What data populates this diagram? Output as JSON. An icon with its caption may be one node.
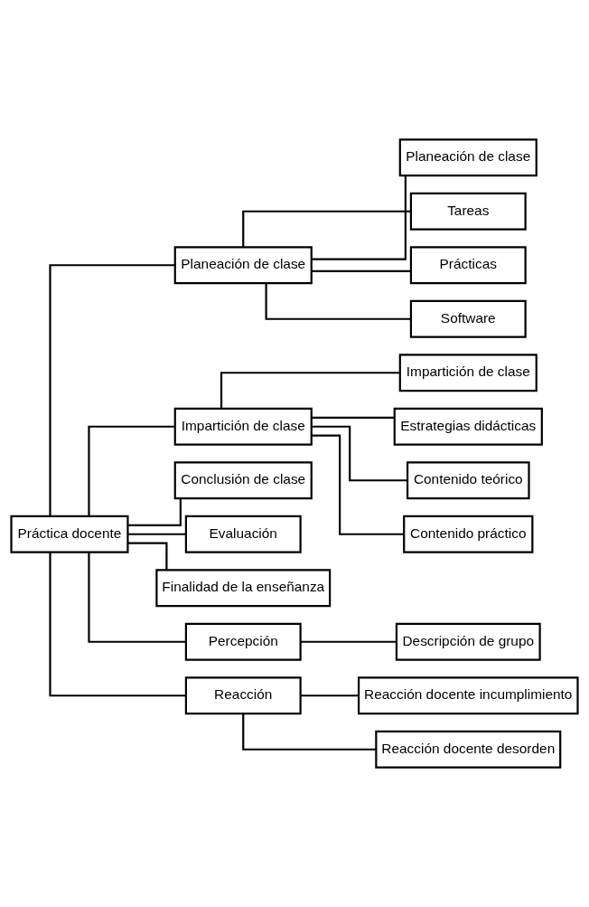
{
  "diagram": {
    "nodes": [
      {
        "text": [
          "Práctica docente"
        ]
      },
      {
        "text": [
          "Planeación de clase"
        ]
      },
      {
        "text": [
          "Planeación de clase"
        ]
      },
      {
        "text": [
          "Tareas"
        ]
      },
      {
        "text": [
          "Prácticas"
        ]
      },
      {
        "text": [
          "Software"
        ]
      },
      {
        "text": [
          "Impartición de clase"
        ]
      },
      {
        "text": [
          "Impartición de clase"
        ]
      },
      {
        "text": [
          "Estrategias didácticas"
        ]
      },
      {
        "text": [
          "Contenido teórico"
        ]
      },
      {
        "text": [
          "Contenido práctico"
        ]
      },
      {
        "text": [
          "Conclusión de clase"
        ]
      },
      {
        "text": [
          "Evaluación"
        ]
      },
      {
        "text": [
          "Finalidad de la enseñanza"
        ]
      },
      {
        "text": [
          "Percepción"
        ]
      },
      {
        "text": [
          "Descripción de grupo"
        ]
      },
      {
        "text": [
          "Reacción"
        ]
      },
      {
        "text": [
          "Reacción docente incumplimiento"
        ]
      },
      {
        "text": [
          "Reacción docente desorden"
        ]
      }
    ],
    "edges": [
      {
        "from": 0,
        "to": 1,
        "arrow": "none"
      },
      {
        "from": 1,
        "to": 2,
        "arrow": "none"
      },
      {
        "from": 1,
        "to": 3,
        "arrow": "none"
      },
      {
        "from": 1,
        "to": 4,
        "arrow": "none"
      },
      {
        "from": 1,
        "to": 5,
        "arrow": "none"
      },
      {
        "from": 0,
        "to": 6,
        "arrow": "none"
      },
      {
        "from": 6,
        "to": 7,
        "arrow": "none"
      },
      {
        "from": 6,
        "to": 8,
        "arrow": "none"
      },
      {
        "from": 6,
        "to": 9,
        "arrow": "none"
      },
      {
        "from": 6,
        "to": 10,
        "arrow": "none"
      },
      {
        "from": 0,
        "to": 11,
        "arrow": "none"
      },
      {
        "from": 0,
        "to": 12,
        "arrow": "none"
      },
      {
        "from": 0,
        "to": 13,
        "arrow": "none"
      },
      {
        "from": 0,
        "to": 14,
        "arrow": "none"
      },
      {
        "from": 14,
        "to": 15,
        "arrow": "none"
      },
      {
        "from": 0,
        "to": 16,
        "arrow": "none"
      },
      {
        "from": 16,
        "to": 17,
        "arrow": "none"
      },
      {
        "from": 16,
        "to": 18,
        "arrow": "none"
      }
    ]
  }
}
